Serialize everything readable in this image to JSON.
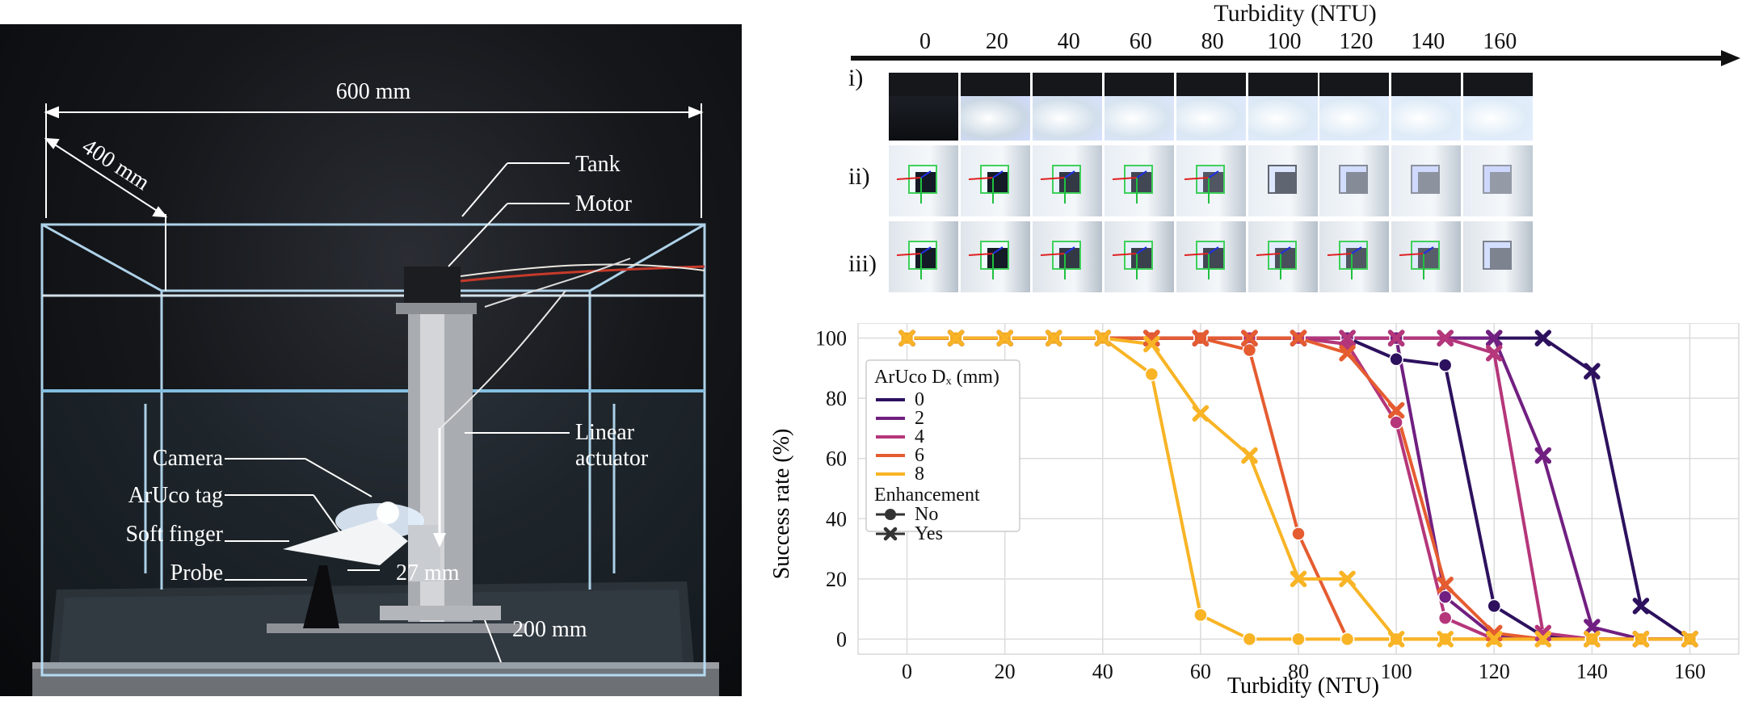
{
  "photo": {
    "labels": {
      "width": "600 mm",
      "depth": "400 mm",
      "tank": "Tank",
      "motor": "Motor",
      "linear_actuator_1": "Linear",
      "linear_actuator_2": "actuator",
      "camera": "Camera",
      "aruco_tag": "ArUco tag",
      "soft_finger": "Soft finger",
      "probe": "Probe",
      "gap": "27 mm",
      "height": "200 mm"
    }
  },
  "strips": {
    "axis_title": "Turbidity (NTU)",
    "ticks": [
      "0",
      "20",
      "40",
      "60",
      "80",
      "100",
      "120",
      "140",
      "160"
    ],
    "rows": [
      "i)",
      "ii)",
      "iii)"
    ],
    "tag_visibility_ii": [
      1.0,
      1.0,
      0.8,
      0.7,
      0.6,
      0.5,
      0.25,
      0.2,
      0.15
    ],
    "tag_visibility_iii": [
      1.0,
      1.0,
      0.8,
      0.75,
      0.7,
      0.65,
      0.6,
      0.55,
      0.3
    ],
    "turbidity_haze": [
      0.0,
      0.55,
      0.7,
      0.8,
      0.85,
      0.9,
      0.92,
      0.94,
      0.95
    ]
  },
  "chart_data": {
    "type": "line",
    "xlabel": "Turbidity (NTU)",
    "ylabel": "Success rate (%)",
    "xlim": [
      -10,
      170
    ],
    "ylim": [
      -5,
      105
    ],
    "xticks": [
      0,
      20,
      40,
      60,
      80,
      100,
      120,
      140,
      160
    ],
    "yticks": [
      0,
      20,
      40,
      60,
      80,
      100
    ],
    "grid": true,
    "legend_position": "center-left",
    "legend_title": "ArUco Dₓ (mm)",
    "legend_title2": "Enhancement",
    "marker_legend": [
      "No",
      "Yes"
    ],
    "x": [
      0,
      10,
      20,
      30,
      40,
      50,
      60,
      70,
      80,
      90,
      100,
      110,
      120,
      130,
      140,
      150,
      160
    ],
    "series": [
      {
        "name": "0",
        "enhancement": "No",
        "color": "#2d115e",
        "values": [
          100,
          100,
          100,
          100,
          100,
          100,
          100,
          100,
          100,
          100,
          93,
          91,
          11,
          1,
          0,
          0,
          0
        ]
      },
      {
        "name": "2",
        "enhancement": "No",
        "color": "#711f81",
        "values": [
          100,
          100,
          100,
          100,
          100,
          100,
          100,
          100,
          100,
          100,
          100,
          14,
          1,
          0,
          0,
          0,
          0
        ]
      },
      {
        "name": "4",
        "enhancement": "No",
        "color": "#b5367a",
        "values": [
          100,
          100,
          100,
          100,
          100,
          100,
          100,
          100,
          100,
          98,
          72,
          7,
          0,
          0,
          0,
          0,
          0
        ]
      },
      {
        "name": "6",
        "enhancement": "No",
        "color": "#e55c30",
        "values": [
          100,
          100,
          100,
          100,
          100,
          100,
          100,
          96,
          35,
          0,
          0,
          0,
          0,
          0,
          0,
          0,
          0
        ]
      },
      {
        "name": "8",
        "enhancement": "No",
        "color": "#f8b425",
        "values": [
          100,
          100,
          100,
          100,
          100,
          88,
          8,
          0,
          0,
          0,
          0,
          0,
          0,
          0,
          0,
          0,
          0
        ]
      },
      {
        "name": "0",
        "enhancement": "Yes",
        "color": "#2d115e",
        "values": [
          100,
          100,
          100,
          100,
          100,
          100,
          100,
          100,
          100,
          100,
          100,
          100,
          100,
          100,
          89,
          11,
          0
        ]
      },
      {
        "name": "2",
        "enhancement": "Yes",
        "color": "#711f81",
        "values": [
          100,
          100,
          100,
          100,
          100,
          100,
          100,
          100,
          100,
          100,
          100,
          100,
          100,
          61,
          4,
          0,
          0
        ]
      },
      {
        "name": "4",
        "enhancement": "Yes",
        "color": "#b5367a",
        "values": [
          100,
          100,
          100,
          100,
          100,
          100,
          100,
          100,
          100,
          100,
          100,
          100,
          95,
          2,
          0,
          0,
          0
        ]
      },
      {
        "name": "6",
        "enhancement": "Yes",
        "color": "#e55c30",
        "values": [
          100,
          100,
          100,
          100,
          100,
          100,
          100,
          100,
          100,
          95,
          76,
          18,
          2,
          0,
          0,
          0,
          0
        ]
      },
      {
        "name": "8",
        "enhancement": "Yes",
        "color": "#f8b425",
        "values": [
          100,
          100,
          100,
          100,
          100,
          98,
          75,
          61,
          20,
          20,
          0,
          0,
          0,
          0,
          0,
          0,
          0
        ]
      }
    ]
  }
}
